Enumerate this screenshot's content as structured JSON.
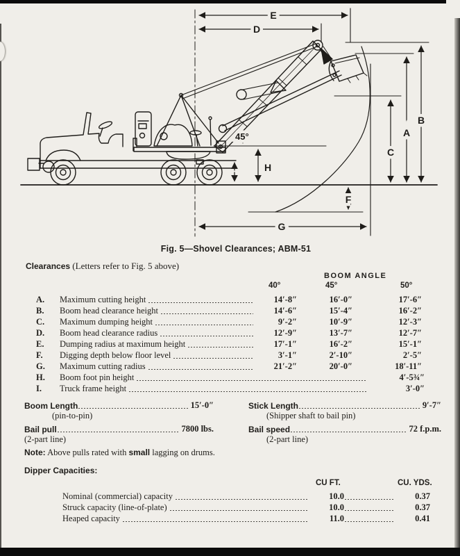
{
  "figure": {
    "caption": "Fig. 5—Shovel Clearances; ABM-51",
    "angle_label": "45°",
    "labels": {
      "E": "E",
      "D": "D",
      "B": "B",
      "A": "A",
      "C": "C",
      "H": "H",
      "F": "F",
      "G": "G"
    }
  },
  "clearances": {
    "heading": "Clearances",
    "heading_note": " (Letters refer to Fig. 5 above)",
    "boom_angle_header": "BOOM ANGLE",
    "cols": [
      "40°",
      "45°",
      "50°"
    ],
    "rows": [
      {
        "letter": "A.",
        "label": "Maximum cutting height",
        "values": [
          "14′-8″",
          "16′-0″",
          "17′-6″"
        ]
      },
      {
        "letter": "B.",
        "label": "Boom head clearance height",
        "values": [
          "14′-6″",
          "15′-4″",
          "16′-2″"
        ]
      },
      {
        "letter": "C.",
        "label": "Maximum dumping height",
        "values": [
          "9′-2″",
          "10′-9″",
          "12′-3″"
        ]
      },
      {
        "letter": "D.",
        "label": "Boom head clearance radius",
        "values": [
          "12′-9″",
          "13′-7″",
          "12′-7″"
        ]
      },
      {
        "letter": "E.",
        "label": "Dumping radius at maximum height",
        "values": [
          "17′-1″",
          "16′-2″",
          "15′-1″"
        ]
      },
      {
        "letter": "F.",
        "label": "Digging depth below floor level",
        "values": [
          "3′-1″",
          "2′-10″",
          "2′-5″"
        ]
      },
      {
        "letter": "G.",
        "label": "Maximum cutting radius",
        "values": [
          "21′-2″",
          "20′-0″",
          "18′-11″"
        ]
      },
      {
        "letter": "H.",
        "label": "Boom foot pin height",
        "value": "4′-5¾″"
      },
      {
        "letter": "I.",
        "label": "Truck frame height",
        "value": "3′-0″"
      }
    ]
  },
  "specs": {
    "left": [
      {
        "label": "Boom Length",
        "value": "15′-0″",
        "sub": "(pin-to-pin)"
      },
      {
        "label": "Bail pull",
        "value": "7800 lbs.",
        "sub": "(2-part line)"
      }
    ],
    "right": [
      {
        "label": "Stick Length",
        "value": "9′-7″",
        "sub": "(Shipper shaft to bail pin)"
      },
      {
        "label": "Bail speed",
        "value": "72 f.p.m.",
        "sub": "(2-part line)"
      }
    ],
    "note_parts": [
      "Note:",
      " Above pulls rated with ",
      "small",
      " lagging on drums."
    ]
  },
  "dipper": {
    "heading": "Dipper Capacities:",
    "col_cuft": "CU FT.",
    "col_cuyds": "CU. YDS.",
    "rows": [
      {
        "label": "Nominal (commercial) capacity",
        "cuft": "10.0",
        "cuyds": "0.37"
      },
      {
        "label": "Struck capacity (line-of-plate)",
        "cuft": "10.0",
        "cuyds": "0.37"
      },
      {
        "label": "Heaped capacity",
        "cuft": "11.0",
        "cuyds": "0.41"
      }
    ]
  }
}
